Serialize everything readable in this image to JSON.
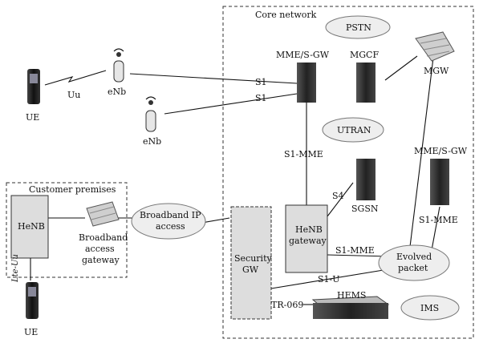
{
  "core_network": {
    "title": "Core network"
  },
  "customer_premises": {
    "title": "Customer premises"
  },
  "nodes": {
    "ue_top": "UE",
    "enb_top": "eNb",
    "enb_mid": "eNb",
    "mme_sgw": "MME/S-GW",
    "mgcf": "MGCF",
    "mgw": "MGW",
    "pstn": "PSTN",
    "utran": "UTRAN",
    "sgsn": "SGSN",
    "mme_sgw_right": "MME/S-GW",
    "henb": "HeNB",
    "broadband_gateway_l1": "Broadband",
    "broadband_gateway_l2": "access",
    "broadband_gateway_l3": "gateway",
    "broadband_ip_l1": "Broadband IP",
    "broadband_ip_l2": "access",
    "security_gw_l1": "Security",
    "security_gw_l2": "GW",
    "henb_gateway_l1": "HeNB",
    "henb_gateway_l2": "gateway",
    "evolved_packet_l1": "Evolved",
    "evolved_packet_l2": "packet",
    "hems": "HEMS",
    "ims": "IMS",
    "ue_bottom": "UE"
  },
  "interfaces": {
    "uu": "Uu",
    "s1_a": "S1",
    "s1_b": "S1",
    "s1_mme_core": "S1-MME",
    "s4": "S4",
    "s1_mme_right": "S1-MME",
    "s1_mme_henbgw": "S1-MME",
    "s1_u": "S1-U",
    "tr069": "TR-069",
    "lte_uu": "Lte-Uu"
  },
  "colors": {
    "line": "#111111",
    "node_fill": "#dddddd",
    "server": "#2a2a2a"
  }
}
